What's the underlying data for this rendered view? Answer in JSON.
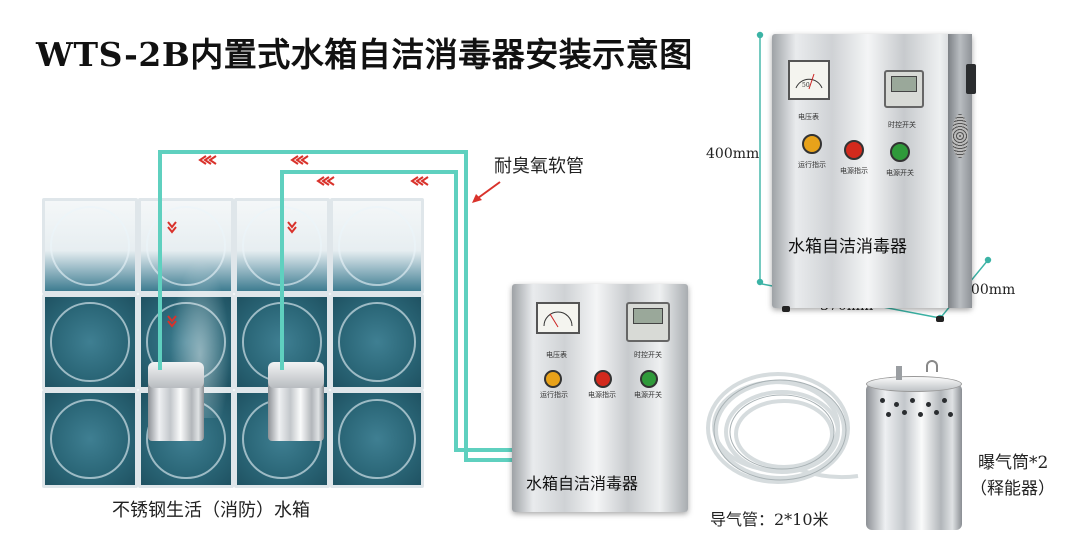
{
  "title": "WTS-2B内置式水箱自洁消毒器安装示意图",
  "labels": {
    "hose": "耐臭氧软管",
    "tank": "不锈钢生活（消防）水箱",
    "tube": "导气管：2*10米",
    "cylinder_line1": "曝气筒*2",
    "cylinder_line2": "（释能器）",
    "dim_height": "400mm",
    "dim_width": "370mm",
    "dim_depth": "200mm"
  },
  "device": {
    "brand": "水箱自洁消毒器",
    "meter_label": "电压表",
    "timer_label": "时控开关",
    "run_label": "运行指示",
    "power_ind_label": "电源指示",
    "power_sw_label": "电源开关",
    "meter_digit": "50"
  },
  "colors": {
    "pipe": "#5fd0bf",
    "arrow_red": "#d9322b",
    "button_yellow": "#e8a21a",
    "button_red": "#d32a1d",
    "button_green": "#2f9a3a"
  }
}
